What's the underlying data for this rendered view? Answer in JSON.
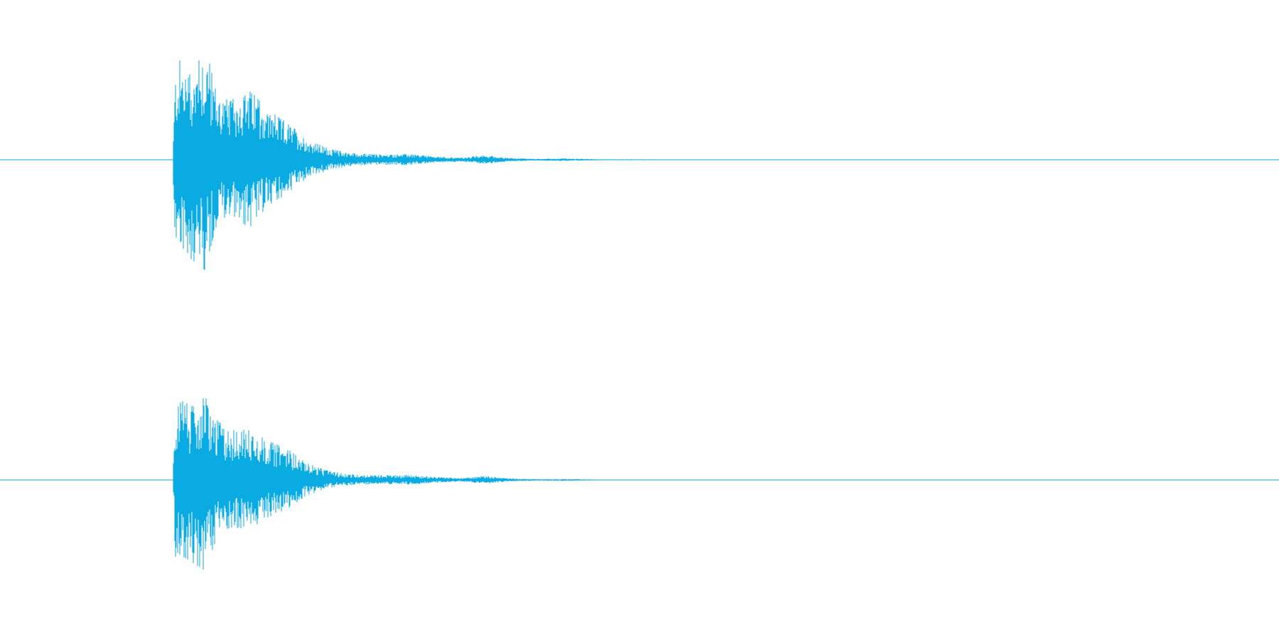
{
  "chart_data": {
    "type": "area",
    "title": "",
    "xlabel": "",
    "ylabel": "",
    "grid": false,
    "legend": "none",
    "color": "#0aaae2",
    "x_range": [
      0,
      1.0
    ],
    "y_range": [
      -1.0,
      1.0
    ],
    "series": [
      {
        "channel": 1,
        "envelope_x": [
          0.0,
          0.135,
          0.137,
          0.14,
          0.15,
          0.16,
          0.17,
          0.18,
          0.195,
          0.21,
          0.225,
          0.24,
          0.26,
          0.28,
          0.3,
          0.32,
          0.34,
          0.36,
          0.38,
          0.4,
          0.42,
          0.44,
          0.47,
          0.5,
          0.54,
          0.6,
          1.0
        ],
        "envelope_peak": [
          0.0,
          0.0,
          0.75,
          0.9,
          0.72,
          1.0,
          0.6,
          0.52,
          0.62,
          0.43,
          0.33,
          0.18,
          0.09,
          0.055,
          0.045,
          0.05,
          0.03,
          0.018,
          0.04,
          0.015,
          0.008,
          0.012,
          0.004,
          0.004,
          0.002,
          0.0,
          0.0
        ],
        "envelope_trough": [
          0.0,
          0.0,
          -0.8,
          -0.78,
          -0.88,
          -0.97,
          -0.55,
          -0.48,
          -0.6,
          -0.4,
          -0.3,
          -0.16,
          -0.08,
          -0.05,
          -0.045,
          -0.048,
          -0.028,
          -0.016,
          -0.036,
          -0.014,
          -0.007,
          -0.01,
          -0.004,
          -0.003,
          -0.002,
          0.0,
          0.0
        ]
      },
      {
        "channel": 2,
        "envelope_x": [
          0.0,
          0.135,
          0.137,
          0.14,
          0.15,
          0.16,
          0.17,
          0.18,
          0.195,
          0.21,
          0.225,
          0.24,
          0.26,
          0.28,
          0.3,
          0.32,
          0.34,
          0.36,
          0.38,
          0.4,
          0.42,
          0.44,
          0.47,
          0.5,
          0.54,
          0.6,
          1.0
        ],
        "envelope_peak": [
          0.0,
          0.0,
          0.7,
          0.78,
          0.72,
          0.82,
          0.58,
          0.48,
          0.5,
          0.38,
          0.3,
          0.16,
          0.08,
          0.05,
          0.045,
          0.048,
          0.03,
          0.018,
          0.04,
          0.014,
          0.007,
          0.01,
          0.003,
          0.003,
          0.001,
          0.0,
          0.0
        ],
        "envelope_trough": [
          0.0,
          0.0,
          -0.75,
          -0.72,
          -0.8,
          -0.88,
          -0.55,
          -0.46,
          -0.48,
          -0.36,
          -0.28,
          -0.15,
          -0.07,
          -0.045,
          -0.04,
          -0.045,
          -0.026,
          -0.015,
          -0.034,
          -0.013,
          -0.006,
          -0.009,
          -0.003,
          -0.002,
          -0.001,
          0.0,
          0.0
        ]
      }
    ]
  }
}
